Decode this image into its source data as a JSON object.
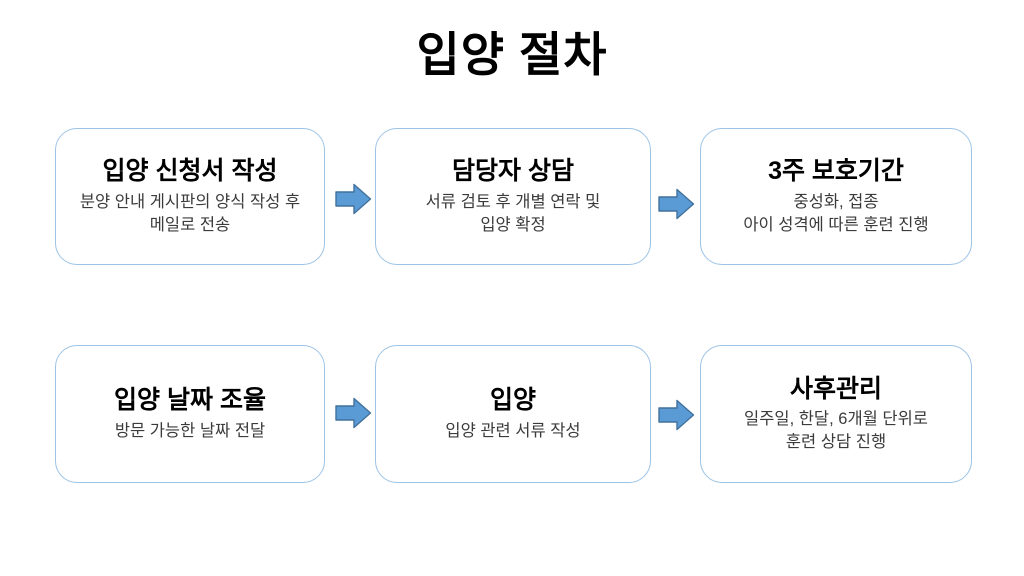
{
  "title": "입양 절차",
  "steps": [
    {
      "title": "입양 신청서 작성",
      "desc": "분양 안내 게시판의 양식 작성 후\n메일로 전송"
    },
    {
      "title": "담당자 상담",
      "desc": "서류 검토 후 개별 연락 및\n입양 확정"
    },
    {
      "title": "3주 보호기간",
      "desc": "중성화, 접종\n아이 성격에 따른 훈련 진행"
    },
    {
      "title": "입양 날짜 조율",
      "desc": "방문 가능한 날짜 전달"
    },
    {
      "title": "입양",
      "desc": "입양 관련 서류 작성"
    },
    {
      "title": "사후관리",
      "desc": "일주일, 한달, 6개월 단위로\n훈련 상담 진행"
    }
  ],
  "colors": {
    "arrow_fill": "#5B9BD5",
    "arrow_border": "#41719C",
    "box_border": "#9DC3E6"
  }
}
